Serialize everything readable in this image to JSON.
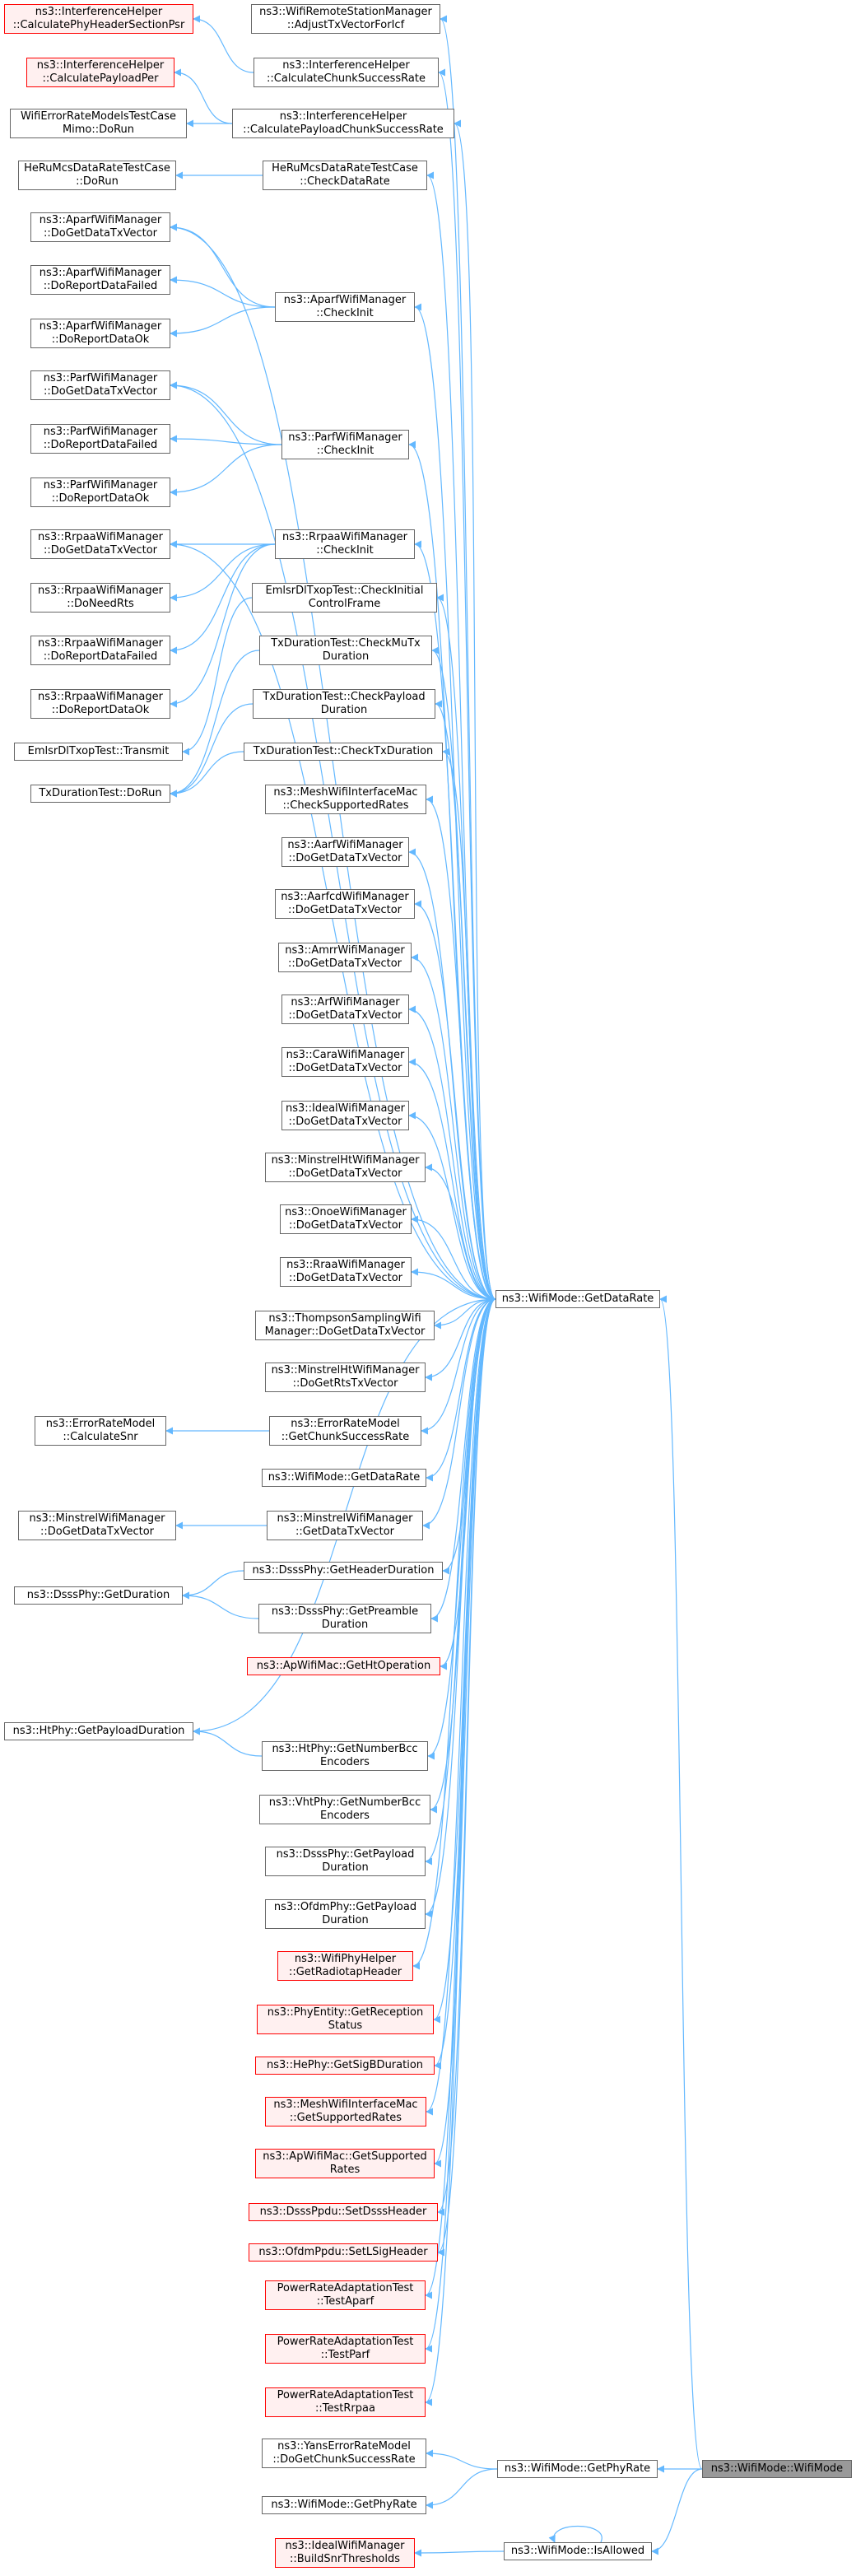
{
  "colors": {
    "edge": "#63b8ff",
    "border": "#666666",
    "red_border": "#ff0000",
    "red_fill": "#fff0f0",
    "root_fill": "#999999"
  },
  "nodes": {
    "n_remote_adjust": {
      "lines": [
        "ns3::WifiRemoteStationManager",
        "::AdjustTxVectorForIcf"
      ]
    },
    "n_intf_psr": {
      "lines": [
        "ns3::InterferenceHelper",
        "::CalculatePhyHeaderSectionPsr"
      ]
    },
    "n_intf_chunk": {
      "lines": [
        "ns3::InterferenceHelper",
        "::CalculateChunkSuccessRate"
      ]
    },
    "n_intf_payloadper": {
      "lines": [
        "ns3::InterferenceHelper",
        "::CalculatePayloadPer"
      ]
    },
    "n_errmimo": {
      "lines": [
        "WifiErrorRateModelsTestCase",
        "Mimo::DoRun"
      ]
    },
    "n_intf_payloadchunk": {
      "lines": [
        "ns3::InterferenceHelper",
        "::CalculatePayloadChunkSuccessRate"
      ]
    },
    "n_herumcs_dorun": {
      "lines": [
        "HeRuMcsDataRateTestCase",
        "::DoRun"
      ]
    },
    "n_herumcs_check": {
      "lines": [
        "HeRuMcsDataRateTestCase",
        "::CheckDataRate"
      ]
    },
    "n_aparf_dogetdata": {
      "lines": [
        "ns3::AparfWifiManager",
        "::DoGetDataTxVector"
      ]
    },
    "n_aparf_reportfailed": {
      "lines": [
        "ns3::AparfWifiManager",
        "::DoReportDataFailed"
      ]
    },
    "n_aparf_checkinit": {
      "lines": [
        "ns3::AparfWifiManager",
        "::CheckInit"
      ]
    },
    "n_aparf_reportok": {
      "lines": [
        "ns3::AparfWifiManager",
        "::DoReportDataOk"
      ]
    },
    "n_parf_dogetdata": {
      "lines": [
        "ns3::ParfWifiManager",
        "::DoGetDataTxVector"
      ]
    },
    "n_parf_reportfailed": {
      "lines": [
        "ns3::ParfWifiManager",
        "::DoReportDataFailed"
      ]
    },
    "n_parf_checkinit": {
      "lines": [
        "ns3::ParfWifiManager",
        "::CheckInit"
      ]
    },
    "n_parf_reportok": {
      "lines": [
        "ns3::ParfWifiManager",
        "::DoReportDataOk"
      ]
    },
    "n_rrpaa_dogetdata": {
      "lines": [
        "ns3::RrpaaWifiManager",
        "::DoGetDataTxVector"
      ]
    },
    "n_rrpaa_checkinit": {
      "lines": [
        "ns3::RrpaaWifiManager",
        "::CheckInit"
      ]
    },
    "n_rrpaa_needrts": {
      "lines": [
        "ns3::RrpaaWifiManager",
        "::DoNeedRts"
      ]
    },
    "n_emlsr_checkinitial": {
      "lines": [
        "EmlsrDlTxopTest::CheckInitial",
        "ControlFrame"
      ]
    },
    "n_rrpaa_reportfailed": {
      "lines": [
        "ns3::RrpaaWifiManager",
        "::DoReportDataFailed"
      ]
    },
    "n_txdur_checkmutx": {
      "lines": [
        "TxDurationTest::CheckMuTx",
        "Duration"
      ]
    },
    "n_rrpaa_reportok": {
      "lines": [
        "ns3::RrpaaWifiManager",
        "::DoReportDataOk"
      ]
    },
    "n_txdur_checkpayload": {
      "lines": [
        "TxDurationTest::CheckPayload",
        "Duration"
      ]
    },
    "n_emlsr_transmit": {
      "lines": [
        "EmlsrDlTxopTest::Transmit"
      ]
    },
    "n_txdur_checktx": {
      "lines": [
        "TxDurationTest::CheckTxDuration"
      ]
    },
    "n_txdur_dorun": {
      "lines": [
        "TxDurationTest::DoRun"
      ]
    },
    "n_mesh_checksupported": {
      "lines": [
        "ns3::MeshWifiInterfaceMac",
        "::CheckSupportedRates"
      ]
    },
    "n_aarf": {
      "lines": [
        "ns3::AarfWifiManager",
        "::DoGetDataTxVector"
      ]
    },
    "n_aarfcd": {
      "lines": [
        "ns3::AarfcdWifiManager",
        "::DoGetDataTxVector"
      ]
    },
    "n_amrr": {
      "lines": [
        "ns3::AmrrWifiManager",
        "::DoGetDataTxVector"
      ]
    },
    "n_arf": {
      "lines": [
        "ns3::ArfWifiManager",
        "::DoGetDataTxVector"
      ]
    },
    "n_cara": {
      "lines": [
        "ns3::CaraWifiManager",
        "::DoGetDataTxVector"
      ]
    },
    "n_ideal": {
      "lines": [
        "ns3::IdealWifiManager",
        "::DoGetDataTxVector"
      ]
    },
    "n_minstrelht": {
      "lines": [
        "ns3::MinstrelHtWifiManager",
        "::DoGetDataTxVector"
      ]
    },
    "n_onoe": {
      "lines": [
        "ns3::OnoeWifiManager",
        "::DoGetDataTxVector"
      ]
    },
    "n_rraa": {
      "lines": [
        "ns3::RraaWifiManager",
        "::DoGetDataTxVector"
      ]
    },
    "n_getdatarate_main": {
      "lines": [
        "ns3::WifiMode::GetDataRate"
      ]
    },
    "n_thompson": {
      "lines": [
        "ns3::ThompsonSamplingWifi",
        "Manager::DoGetDataTxVector"
      ]
    },
    "n_minstrelht_rts": {
      "lines": [
        "ns3::MinstrelHtWifiManager",
        "::DoGetRtsTxVector"
      ]
    },
    "n_errmodel_snr": {
      "lines": [
        "ns3::ErrorRateModel",
        "::CalculateSnr"
      ]
    },
    "n_errmodel_chunk": {
      "lines": [
        "ns3::ErrorRateModel",
        "::GetChunkSuccessRate"
      ]
    },
    "n_getdatarate_overload": {
      "lines": [
        "ns3::WifiMode::GetDataRate"
      ]
    },
    "n_minstrel_dogetdata": {
      "lines": [
        "ns3::MinstrelWifiManager",
        "::DoGetDataTxVector"
      ]
    },
    "n_minstrel_getdata": {
      "lines": [
        "ns3::MinstrelWifiManager",
        "::GetDataTxVector"
      ]
    },
    "n_dsss_headerdur": {
      "lines": [
        "ns3::DsssPhy::GetHeaderDuration"
      ]
    },
    "n_dsss_getduration": {
      "lines": [
        "ns3::DsssPhy::GetDuration"
      ]
    },
    "n_dsss_preamble": {
      "lines": [
        "ns3::DsssPhy::GetPreamble",
        "Duration"
      ]
    },
    "n_apmac_htop": {
      "lines": [
        "ns3::ApWifiMac::GetHtOperation"
      ]
    },
    "n_htphy_payloaddur": {
      "lines": [
        "ns3::HtPhy::GetPayloadDuration"
      ]
    },
    "n_htphy_bcc": {
      "lines": [
        "ns3::HtPhy::GetNumberBcc",
        "Encoders"
      ]
    },
    "n_vhtphy_bcc": {
      "lines": [
        "ns3::VhtPhy::GetNumberBcc",
        "Encoders"
      ]
    },
    "n_dsss_payload": {
      "lines": [
        "ns3::DsssPhy::GetPayload",
        "Duration"
      ]
    },
    "n_ofdm_payload": {
      "lines": [
        "ns3::OfdmPhy::GetPayload",
        "Duration"
      ]
    },
    "n_phyhelper_radiotap": {
      "lines": [
        "ns3::WifiPhyHelper",
        "::GetRadiotapHeader"
      ]
    },
    "n_phyentity_reception": {
      "lines": [
        "ns3::PhyEntity::GetReception",
        "Status"
      ]
    },
    "n_hephy_sigb": {
      "lines": [
        "ns3::HePhy::GetSigBDuration"
      ]
    },
    "n_mesh_getsupported": {
      "lines": [
        "ns3::MeshWifiInterfaceMac",
        "::GetSupportedRates"
      ]
    },
    "n_apmac_getsupported": {
      "lines": [
        "ns3::ApWifiMac::GetSupported",
        "Rates"
      ]
    },
    "n_dsssppdu_set": {
      "lines": [
        "ns3::DsssPpdu::SetDsssHeader"
      ]
    },
    "n_ofdmppdu_set": {
      "lines": [
        "ns3::OfdmPpdu::SetLSigHeader"
      ]
    },
    "n_test_aparf": {
      "lines": [
        "PowerRateAdaptationTest",
        "::TestAparf"
      ]
    },
    "n_test_parf": {
      "lines": [
        "PowerRateAdaptationTest",
        "::TestParf"
      ]
    },
    "n_test_rrpaa": {
      "lines": [
        "PowerRateAdaptationTest",
        "::TestRrpaa"
      ]
    },
    "n_yans_chunk": {
      "lines": [
        "ns3::YansErrorRateModel",
        "::DoGetChunkSuccessRate"
      ]
    },
    "n_getphyrate_main": {
      "lines": [
        "ns3::WifiMode::GetPhyRate"
      ]
    },
    "n_wifimode_root": {
      "lines": [
        "ns3::WifiMode::WifiMode"
      ]
    },
    "n_getphyrate_overload": {
      "lines": [
        "ns3::WifiMode::GetPhyRate"
      ]
    },
    "n_ideal_buildsnr": {
      "lines": [
        "ns3::IdealWifiManager",
        "::BuildSnrThresholds"
      ]
    },
    "n_isallowed": {
      "lines": [
        "ns3::WifiMode::IsAllowed"
      ]
    }
  }
}
